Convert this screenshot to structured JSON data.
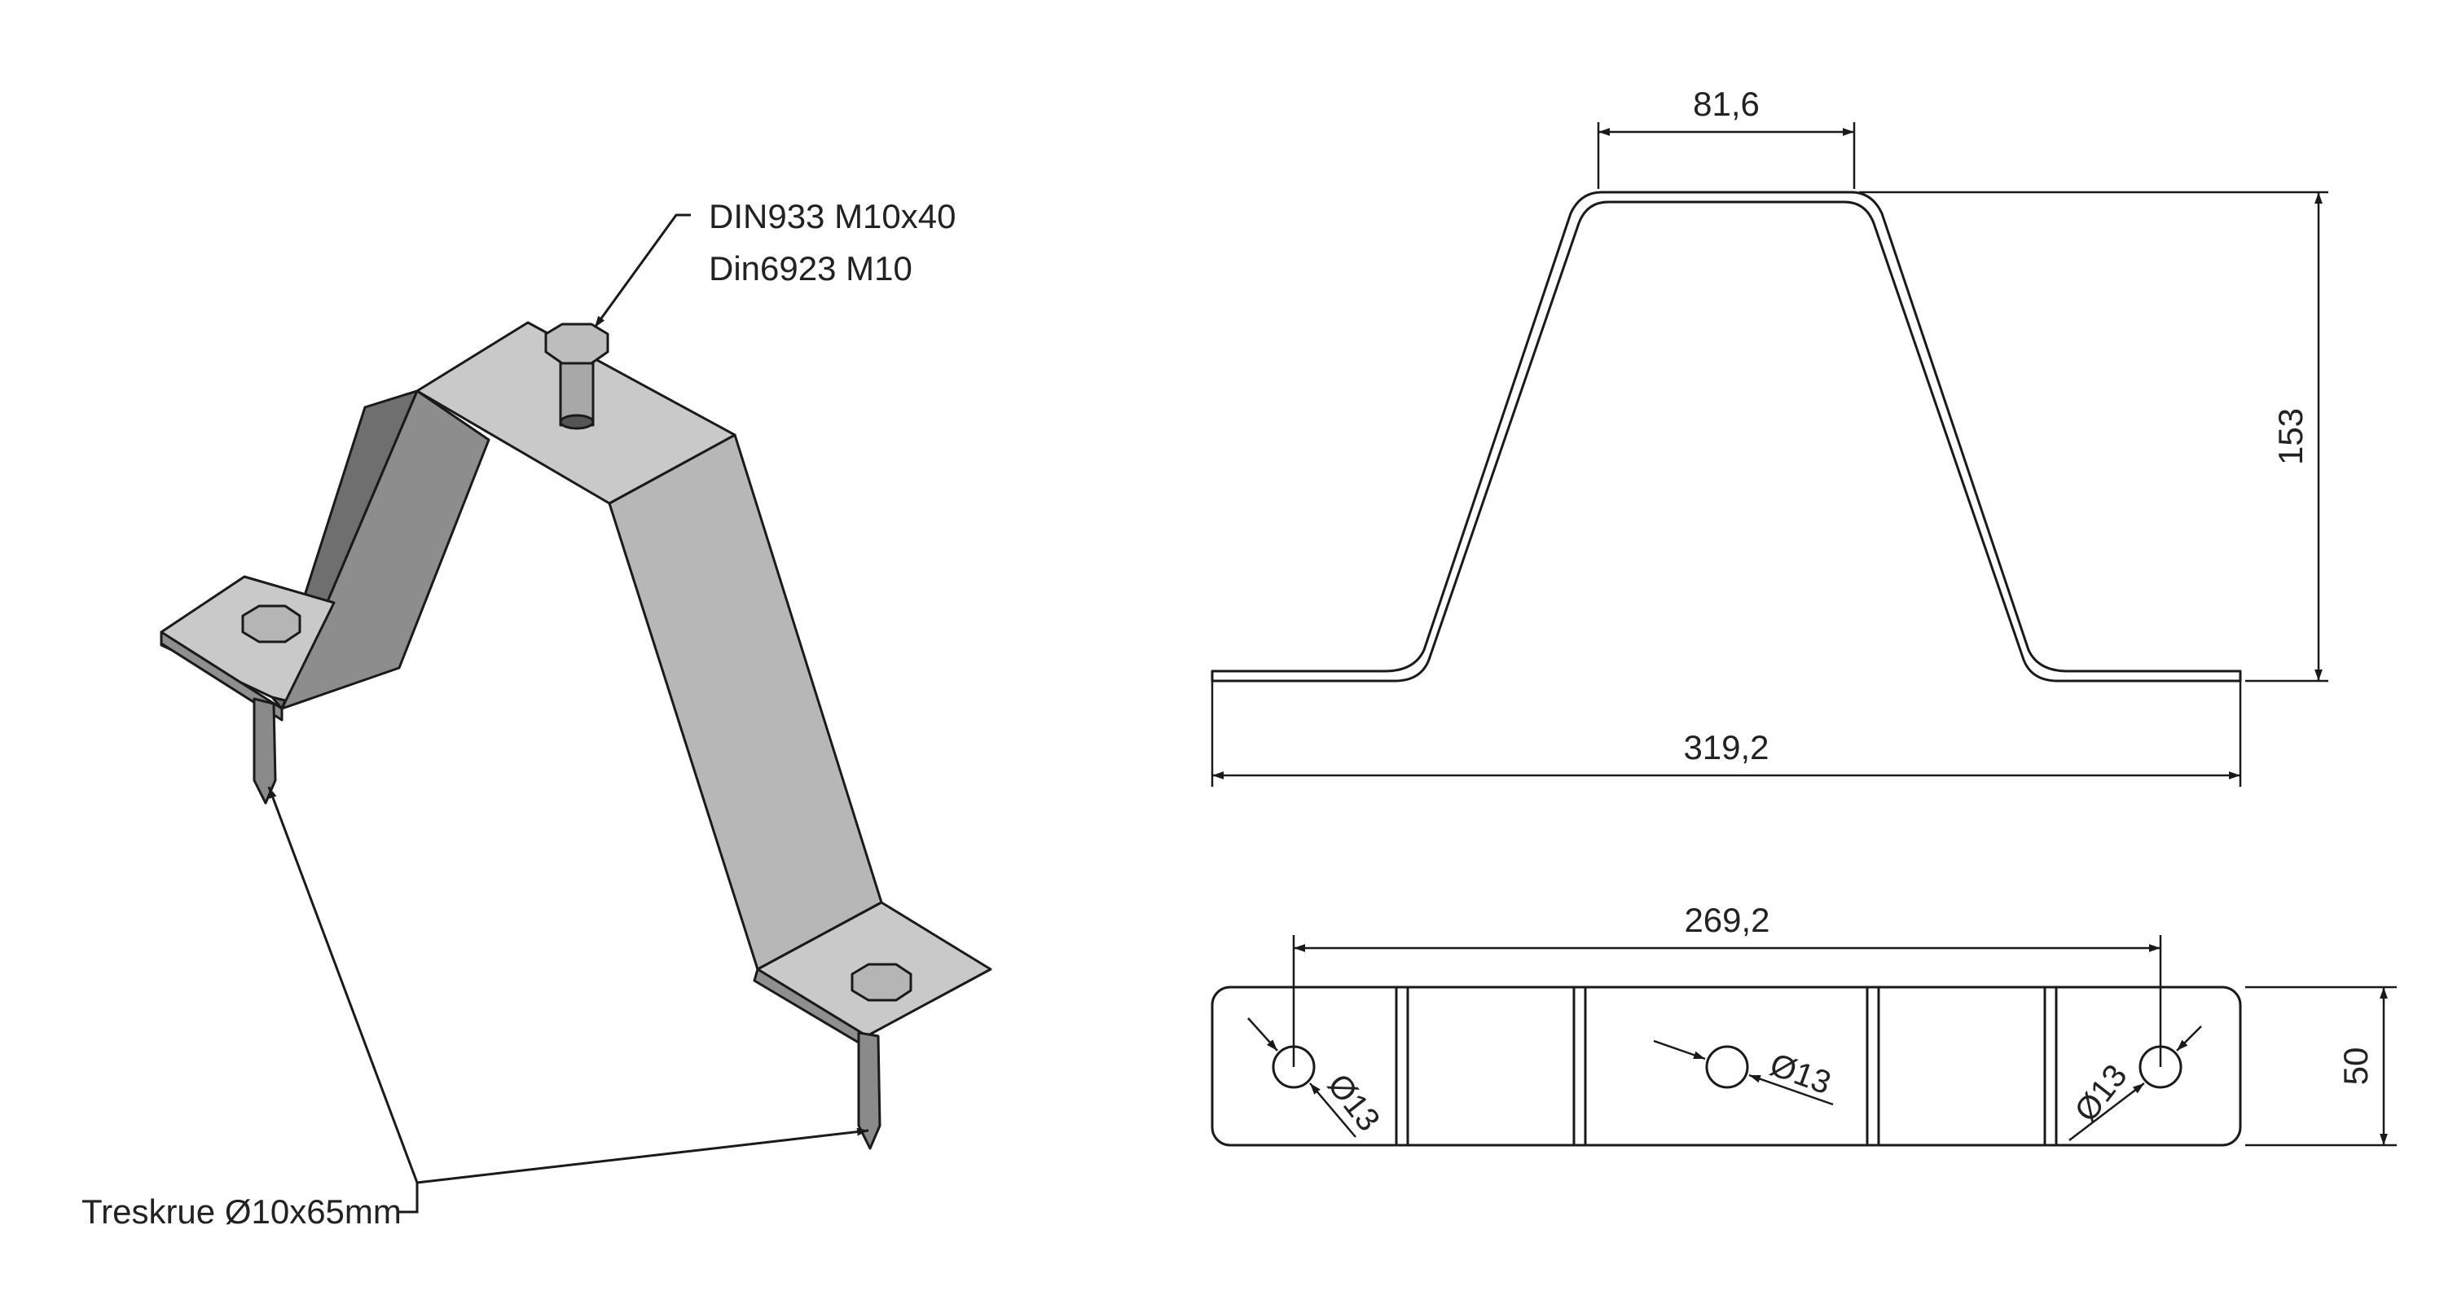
{
  "callouts": {
    "bolt_line1": "DIN933 M10x40",
    "bolt_line2": "Din6923 M10",
    "screw": "Treskrue Ø10x65mm"
  },
  "dimensions": {
    "top_width": "81,6",
    "height": "153",
    "overall_width": "319,2",
    "hole_spacing": "269,2",
    "strip_width": "50",
    "hole_left": "Ø13",
    "hole_center": "Ø13",
    "hole_right": "Ø13"
  },
  "colors": {
    "line": "#1a1a1a",
    "metal_light": "#c7c7c7",
    "metal_mid": "#9a9a9a",
    "metal_dark": "#6a6a6a",
    "metal_top": "#b3b3b3"
  }
}
